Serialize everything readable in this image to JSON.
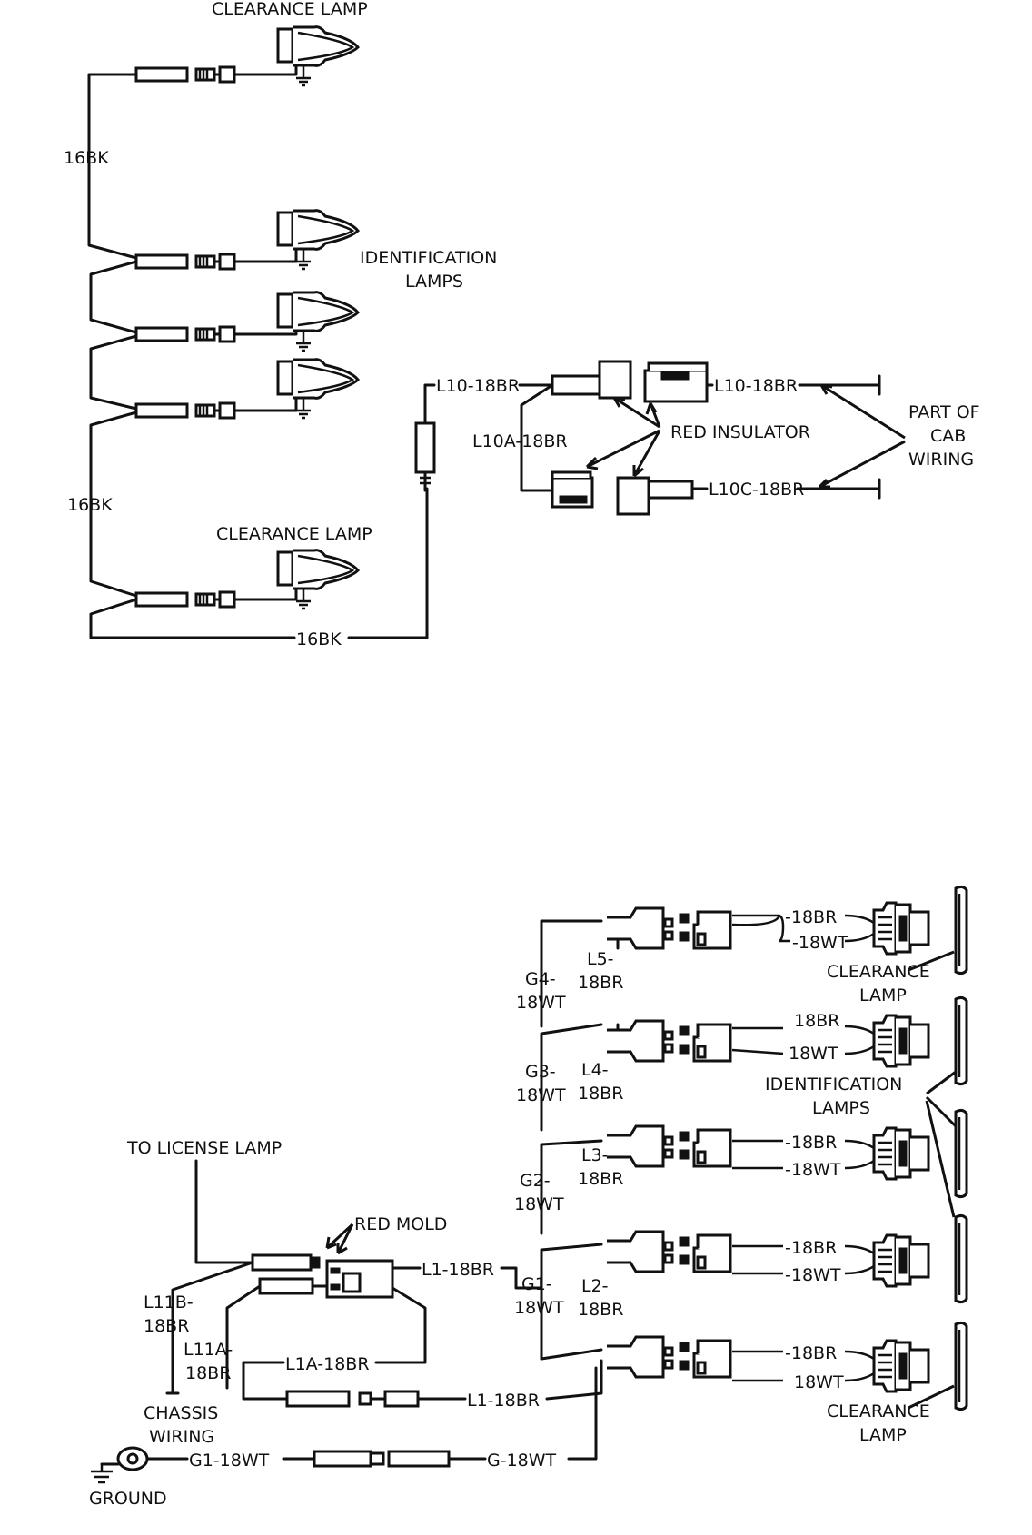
{
  "top": {
    "clearance_lamp_top": "CLEARANCE LAMP",
    "id_lamps_line1": "IDENTIFICATION",
    "id_lamps_line2": "LAMPS",
    "clearance_lamp_bottom": "CLEARANCE LAMP",
    "wire_16bk_a": "16BK",
    "wire_16bk_b": "16BK",
    "wire_16bk_c": "16BK",
    "wire_l10_left": "L10-18BR",
    "wire_l10_right": "L10-18BR",
    "wire_l10a": "L10A-18BR",
    "wire_l10c": "L10C-18BR",
    "red_insulator": "RED INSULATOR",
    "cab_line1": "PART OF",
    "cab_line2": "CAB",
    "cab_line3": "WIRING"
  },
  "bottom": {
    "to_license_lamp": "TO LICENSE LAMP",
    "red_mold": "RED MOLD",
    "wire_l1_top": "L1-18BR",
    "wire_l1_bottom": "L1-18BR",
    "wire_l1a": "L1A-18BR",
    "l11b_1": "L11B-",
    "l11b_2": "18BR",
    "l11a_1": "L11A-",
    "l11a_2": "18BR",
    "chassis_1": "CHASSIS",
    "chassis_2": "WIRING",
    "ground": "GROUND",
    "wire_g1": "G1-18WT",
    "wire_g": "G-18WT",
    "g4_1": "G4-",
    "g4_2": "18WT",
    "g3_1": "G3-",
    "g3_2": "18WT",
    "g2_1": "G2-",
    "g2_2": "18WT",
    "g1_1": "G1-",
    "g1_2": "18WT",
    "l5_1": "L5-",
    "l5_2": "18BR",
    "l4_1": "L4-",
    "l4_2": "18BR",
    "l3_1": "L3-",
    "l3_2": "18BR",
    "l2_1": "L2-",
    "l2_2": "18BR",
    "lamp_br": [
      "-18BR",
      "18BR",
      "-18BR",
      "-18BR",
      "-18BR"
    ],
    "lamp_wt": [
      "-18WT",
      "18WT",
      "-18WT",
      "-18WT",
      "18WT"
    ],
    "clearance_top_1": "CLEARANCE",
    "clearance_top_2": "LAMP",
    "id_lamps_1": "IDENTIFICATION",
    "id_lamps_2": "LAMPS",
    "clearance_bottom_1": "CLEARANCE",
    "clearance_bottom_2": "LAMP"
  }
}
